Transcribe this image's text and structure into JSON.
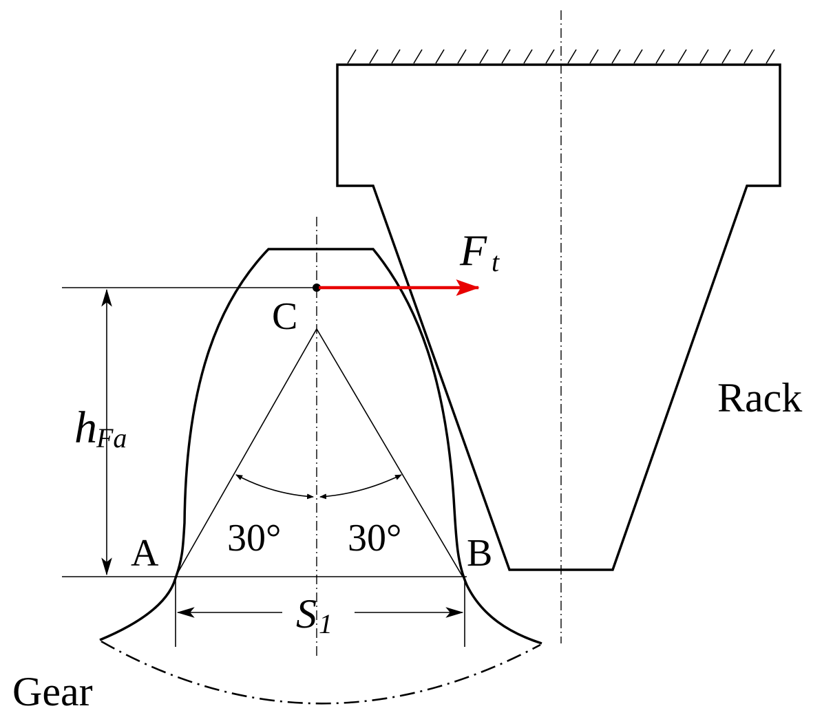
{
  "diagram": {
    "labels": {
      "point_c": "C",
      "point_a": "A",
      "point_b": "B",
      "force": "F",
      "force_sub": "t",
      "height": "h",
      "height_sub": "Fa",
      "width": "S",
      "width_sub": "1",
      "angle_left": "30°",
      "angle_right": "30°",
      "rack": "Rack",
      "gear": "Gear"
    },
    "colors": {
      "line": "#000000",
      "force_arrow": "#e80000"
    }
  }
}
